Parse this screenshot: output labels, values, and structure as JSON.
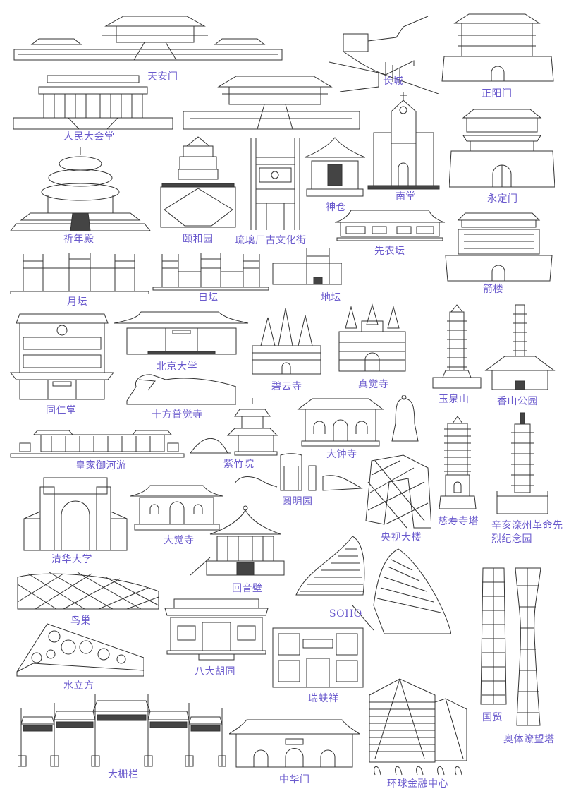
{
  "poster": {
    "label_color": "#6a5acd",
    "line_color": "#333333",
    "background": "#ffffff"
  },
  "landmarks": [
    {
      "id": "tiananmen",
      "label": "天安门",
      "icon": "palace-gate-icon"
    },
    {
      "id": "great-wall",
      "label": "长城",
      "icon": "great-wall-icon"
    },
    {
      "id": "zhengyangmen",
      "label": "正阳门",
      "icon": "city-gate-tower-icon"
    },
    {
      "id": "great-hall",
      "label": "人民大会堂",
      "icon": "great-hall-icon"
    },
    {
      "id": "palace-hall",
      "label": "",
      "icon": "palace-hall-icon"
    },
    {
      "id": "south-church",
      "label": "南堂",
      "icon": "church-icon"
    },
    {
      "id": "yongdingmen",
      "label": "永定门",
      "icon": "city-gate-tower-icon"
    },
    {
      "id": "qiniandian",
      "label": "祈年殿",
      "icon": "temple-of-heaven-icon"
    },
    {
      "id": "summer-palace",
      "label": "颐和园",
      "icon": "pagoda-tower-icon"
    },
    {
      "id": "liulichang",
      "label": "琉璃厂古文化街",
      "icon": "archway-building-icon"
    },
    {
      "id": "shencang",
      "label": "神仓",
      "icon": "pavilion-icon"
    },
    {
      "id": "xiannongtan",
      "label": "先农坛",
      "icon": "hall-icon"
    },
    {
      "id": "jianlou",
      "label": "箭楼",
      "icon": "arrow-tower-icon"
    },
    {
      "id": "yuetan",
      "label": "月坛",
      "icon": "paifang-icon"
    },
    {
      "id": "ritan",
      "label": "日坛",
      "icon": "paifang-icon"
    },
    {
      "id": "ditan",
      "label": "地坛",
      "icon": "paifang-icon"
    },
    {
      "id": "tongrentang",
      "label": "同仁堂",
      "icon": "storefront-icon"
    },
    {
      "id": "peking-university",
      "label": "北京大学",
      "icon": "university-gate-icon"
    },
    {
      "id": "biyunsi",
      "label": "碧云寺",
      "icon": "stupa-temple-icon"
    },
    {
      "id": "zhenjuesi",
      "label": "真觉寺",
      "icon": "stupa-temple-icon"
    },
    {
      "id": "yuquanshan",
      "label": "玉泉山",
      "icon": "pagoda-icon"
    },
    {
      "id": "xiangshan-park",
      "label": "香山公园",
      "icon": "pagoda-icon"
    },
    {
      "id": "shifangpujuesi",
      "label": "十方普觉寺",
      "icon": "reclining-buddha-icon"
    },
    {
      "id": "royal-river-cruise",
      "label": "皇家御河游",
      "icon": "boat-icon"
    },
    {
      "id": "zizhuyuan",
      "label": "紫竹院",
      "icon": "bridge-pavilion-icon"
    },
    {
      "id": "dazhongsi",
      "label": "大钟寺",
      "icon": "bell-temple-icon"
    },
    {
      "id": "yuanmingyuan",
      "label": "圆明园",
      "icon": "ruins-icon"
    },
    {
      "id": "cctv-tower",
      "label": "央视大楼",
      "icon": "cctv-building-icon"
    },
    {
      "id": "cishousi-pagoda",
      "label": "慈寿寺塔",
      "icon": "pagoda-icon"
    },
    {
      "id": "luanzhou-memorial",
      "label": "辛亥滦州革命先烈纪念园",
      "icon": "pagoda-icon"
    },
    {
      "id": "tsinghua-university",
      "label": "清华大学",
      "icon": "university-gate-icon"
    },
    {
      "id": "dajuesi",
      "label": "大觉寺",
      "icon": "temple-icon"
    },
    {
      "id": "echo-wall",
      "label": "回音壁",
      "icon": "round-pavilion-icon"
    },
    {
      "id": "birds-nest",
      "label": "鸟巢",
      "icon": "stadium-icon"
    },
    {
      "id": "soho",
      "label": "SOHO",
      "icon": "curved-building-icon"
    },
    {
      "id": "guomao",
      "label": "国贸",
      "icon": "skyscraper-icon"
    },
    {
      "id": "olympic-tower",
      "label": "奥体瞭望塔",
      "icon": "skyscraper-icon"
    },
    {
      "id": "water-cube",
      "label": "水立方",
      "icon": "water-cube-icon"
    },
    {
      "id": "badahutong",
      "label": "八大胡同",
      "icon": "courtyard-building-icon"
    },
    {
      "id": "ruifuxiang",
      "label": "瑞蚨祥",
      "icon": "storefront-icon"
    },
    {
      "id": "dashilan",
      "label": "大栅栏",
      "icon": "paifang-icon"
    },
    {
      "id": "zhonghuamen",
      "label": "中华门",
      "icon": "gate-icon"
    },
    {
      "id": "world-financial-center",
      "label": "环球金融中心",
      "icon": "office-building-icon"
    }
  ]
}
